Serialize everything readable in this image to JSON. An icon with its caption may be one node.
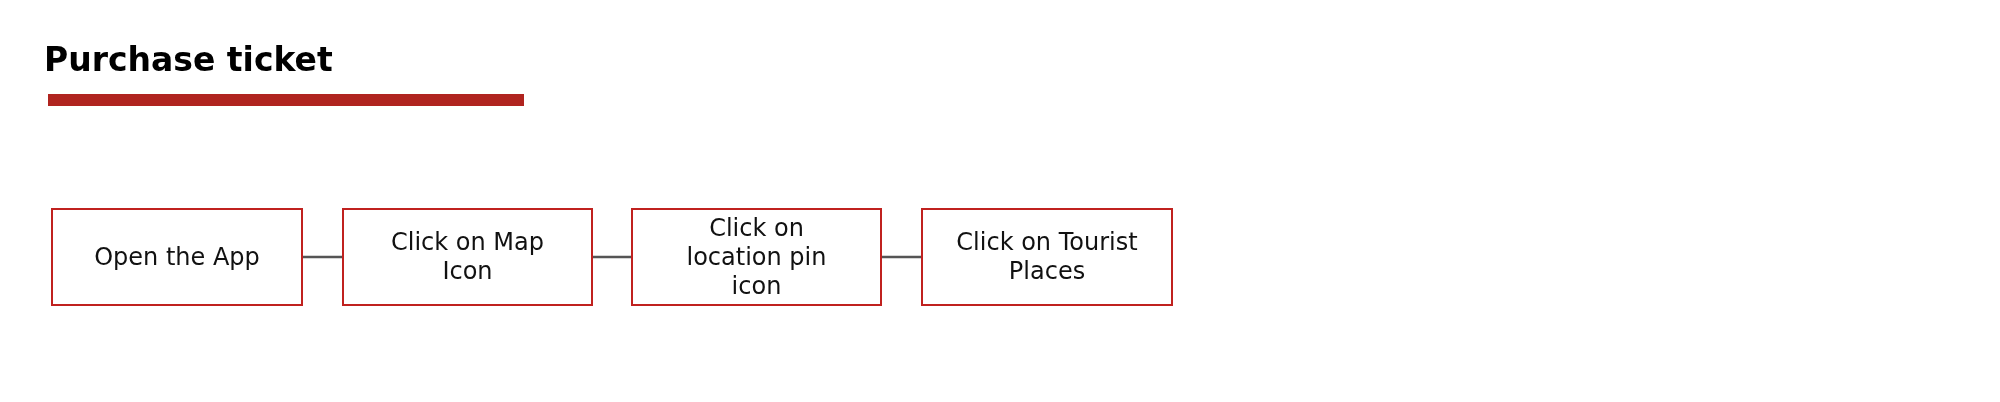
{
  "diagram": {
    "title": "Purchase ticket",
    "nodes": [
      {
        "text": [
          "Open the App"
        ]
      },
      {
        "text": [
          "Click on Map Icon"
        ]
      },
      {
        "text": [
          "Click on location pin icon"
        ]
      },
      {
        "text": [
          "Click on Tourist Places"
        ]
      }
    ],
    "edges": [
      {
        "from": 0,
        "to": 1,
        "arrow": "none"
      },
      {
        "from": 1,
        "to": 2,
        "arrow": "none"
      },
      {
        "from": 2,
        "to": 3,
        "arrow": "none"
      }
    ]
  }
}
